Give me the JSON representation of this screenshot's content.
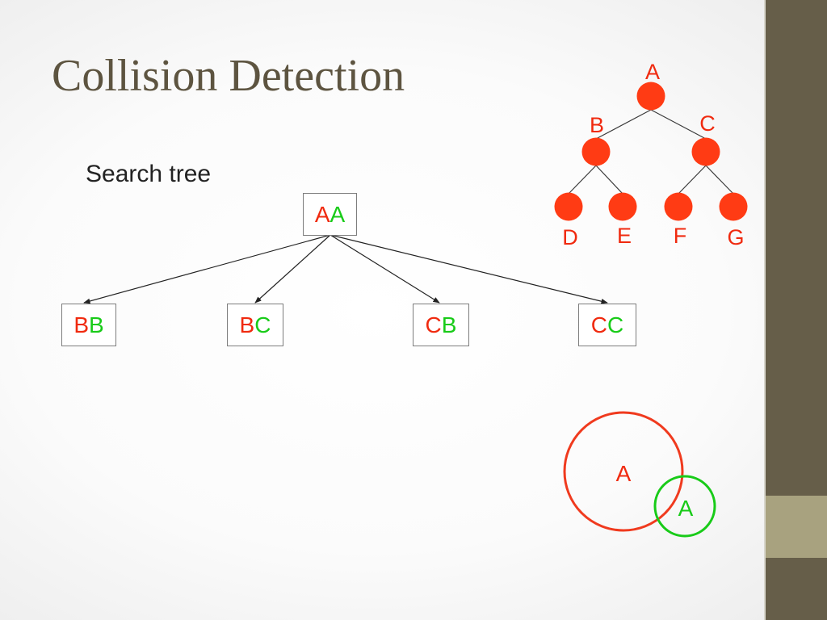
{
  "slide": {
    "title": "Collision Detection",
    "subtitle": "Search tree"
  },
  "search_tree": {
    "root": {
      "left": "A",
      "right": "A"
    },
    "children": [
      {
        "left": "B",
        "right": "B"
      },
      {
        "left": "B",
        "right": "C"
      },
      {
        "left": "C",
        "right": "B"
      },
      {
        "left": "C",
        "right": "C"
      }
    ]
  },
  "hierarchy_tree": {
    "nodes": {
      "a": "A",
      "b": "B",
      "c": "C",
      "d": "D",
      "e": "E",
      "f": "F",
      "g": "G"
    }
  },
  "overlap": {
    "big_label": "A",
    "small_label": "A"
  },
  "colors": {
    "red": "#f02a0f",
    "green": "#18cb18",
    "node_fill": "#ff3b14",
    "sidebar": "#665e49",
    "sidebar_accent": "#a8a27f",
    "title": "#5d5440"
  }
}
